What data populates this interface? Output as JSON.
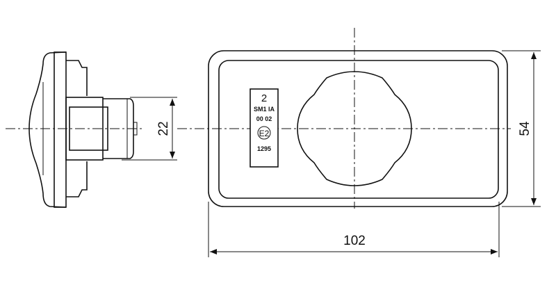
{
  "dimensions": {
    "height_side": "22",
    "height_front": "54",
    "width_front": "102"
  },
  "label": {
    "line1": "2",
    "line2": "SM1 IA",
    "line3": "00 02",
    "mark": "E2",
    "line5": "1295"
  }
}
